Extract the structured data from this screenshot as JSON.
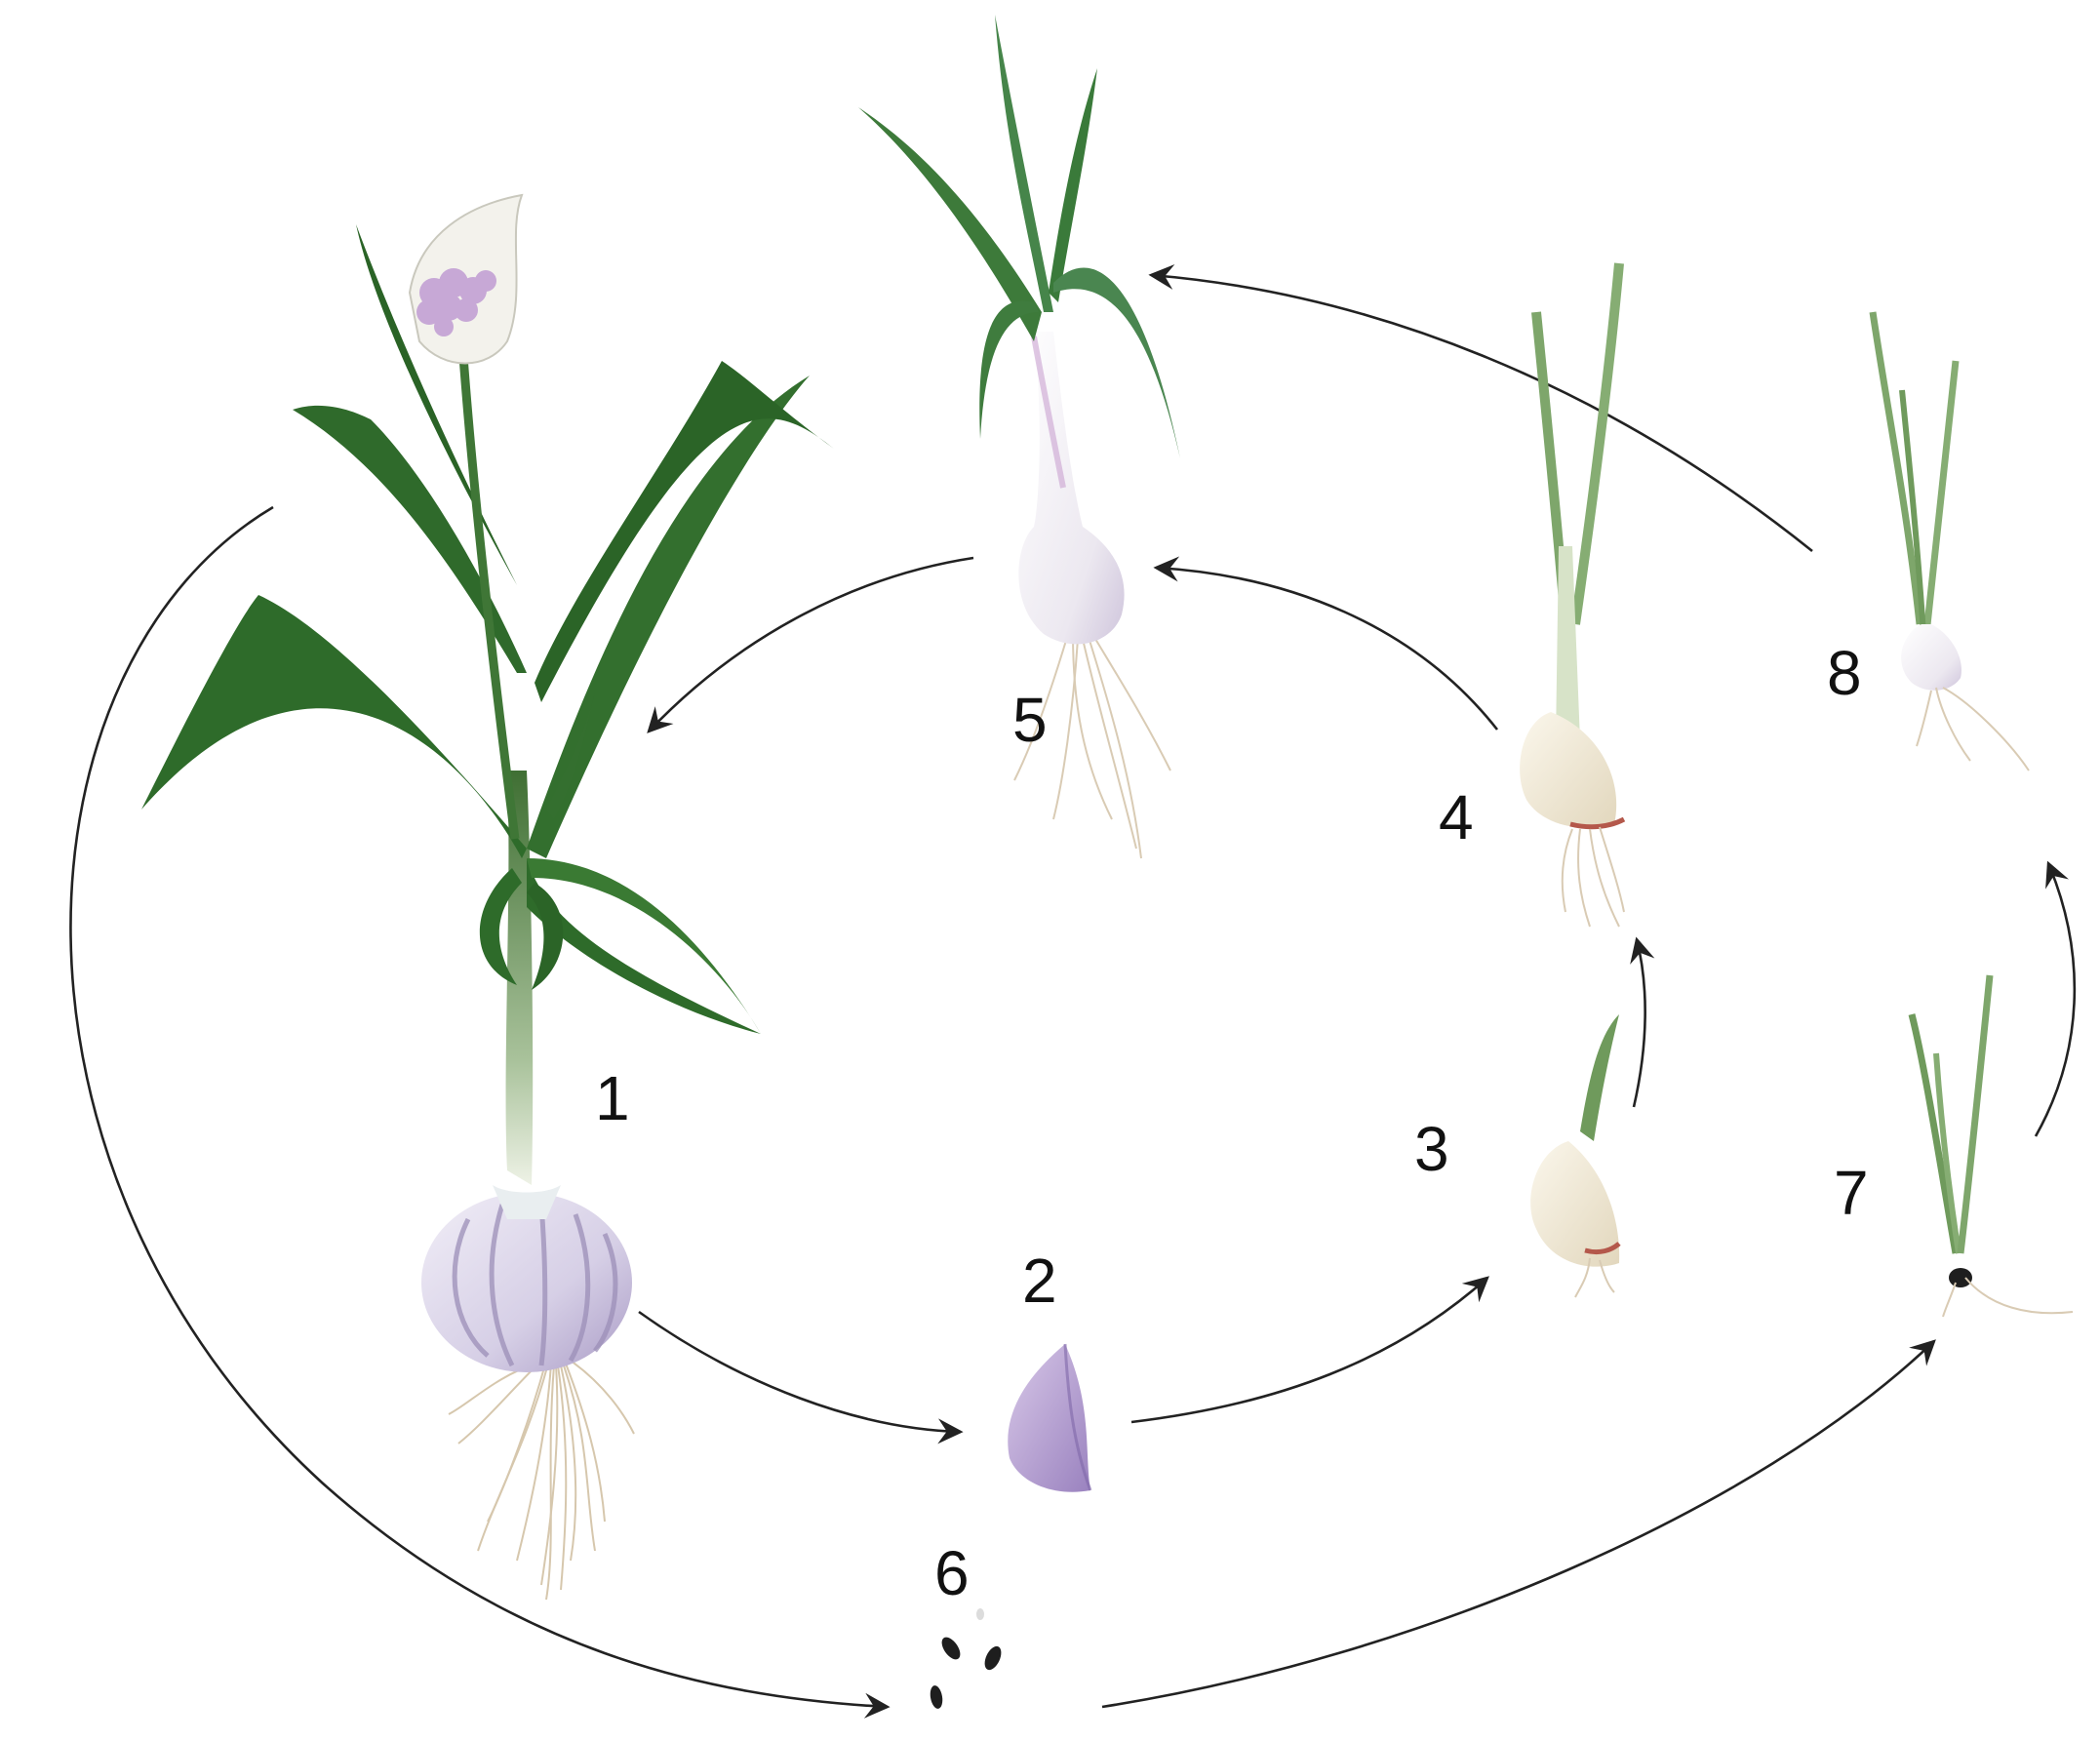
{
  "diagram": {
    "stages": [
      {
        "id": "1",
        "label": "1"
      },
      {
        "id": "2",
        "label": "2"
      },
      {
        "id": "3",
        "label": "3"
      },
      {
        "id": "4",
        "label": "4"
      },
      {
        "id": "5",
        "label": "5"
      },
      {
        "id": "6",
        "label": "6"
      },
      {
        "id": "7",
        "label": "7"
      },
      {
        "id": "8",
        "label": "8"
      }
    ],
    "edges": [
      {
        "from": "1",
        "to": "2"
      },
      {
        "from": "2",
        "to": "3"
      },
      {
        "from": "3",
        "to": "4"
      },
      {
        "from": "4",
        "to": "5"
      },
      {
        "from": "5",
        "to": "1"
      },
      {
        "from": "1",
        "to": "6"
      },
      {
        "from": "6",
        "to": "7"
      },
      {
        "from": "7",
        "to": "8"
      },
      {
        "from": "8",
        "to": "5"
      }
    ],
    "colors": {
      "leaf": "#2e6b2a",
      "leaf_light": "#6f9a5c",
      "stem_pale": "#d7e3c8",
      "bulb": "#d8d3e8",
      "bulb_stripe": "#9c8fb8",
      "clove": "#b7a3d3",
      "sprout_clove": "#ede4cf",
      "root": "#d9cbb4",
      "flower": "#c7a8d6",
      "seed": "#1e1e1e",
      "arrow": "#222222"
    }
  }
}
